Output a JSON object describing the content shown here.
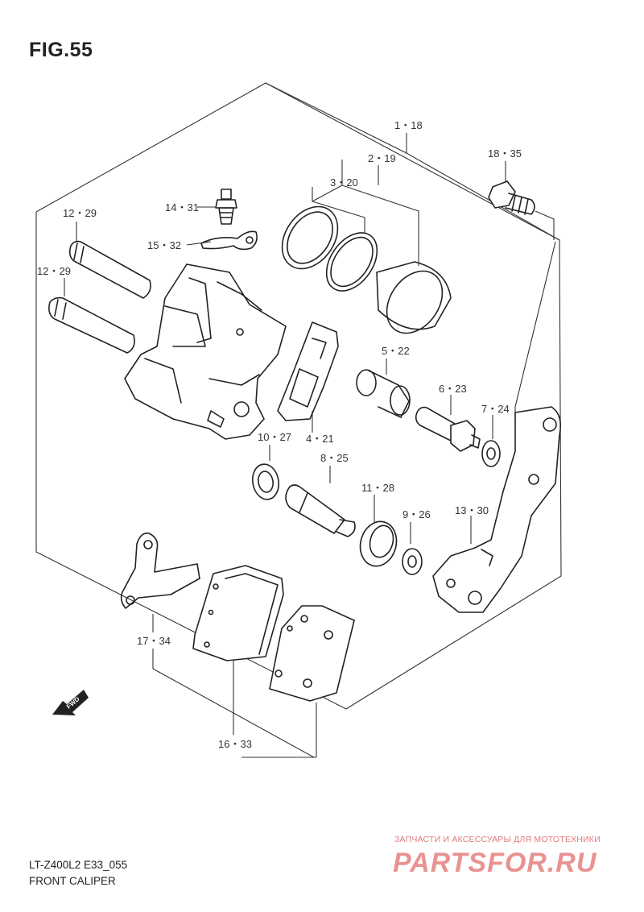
{
  "figure": {
    "title": "FIG.55"
  },
  "callouts": [
    {
      "id": "c-1-18",
      "label": "1・18"
    },
    {
      "id": "c-2-19",
      "label": "2・19"
    },
    {
      "id": "c-3-20",
      "label": "3・20"
    },
    {
      "id": "c-18-35",
      "label": "18・35"
    },
    {
      "id": "c-14-31",
      "label": "14・31"
    },
    {
      "id": "c-15-32",
      "label": "15・32"
    },
    {
      "id": "c-12-29a",
      "label": "12・29"
    },
    {
      "id": "c-12-29b",
      "label": "12・29"
    },
    {
      "id": "c-5-22",
      "label": "5・22"
    },
    {
      "id": "c-6-23",
      "label": "6・23"
    },
    {
      "id": "c-7-24",
      "label": "7・24"
    },
    {
      "id": "c-10-27",
      "label": "10・27"
    },
    {
      "id": "c-4-21",
      "label": "4・21"
    },
    {
      "id": "c-8-25",
      "label": "8・25"
    },
    {
      "id": "c-11-28",
      "label": "11・28"
    },
    {
      "id": "c-9-26",
      "label": "9・26"
    },
    {
      "id": "c-13-30",
      "label": "13・30"
    },
    {
      "id": "c-17-34",
      "label": "17・34"
    },
    {
      "id": "c-16-33",
      "label": "16・33"
    }
  ],
  "fwd_label": "FWD",
  "footer": {
    "model_code": "LT-Z400L2 E33_055",
    "section_name": "FRONT CALIPER"
  },
  "watermark": {
    "tagline": "ЗАПЧАСТИ И АКСЕССУАРЫ ДЛЯ МОТОТЕХНИКИ",
    "logo": "PARTSFOR.RU"
  }
}
